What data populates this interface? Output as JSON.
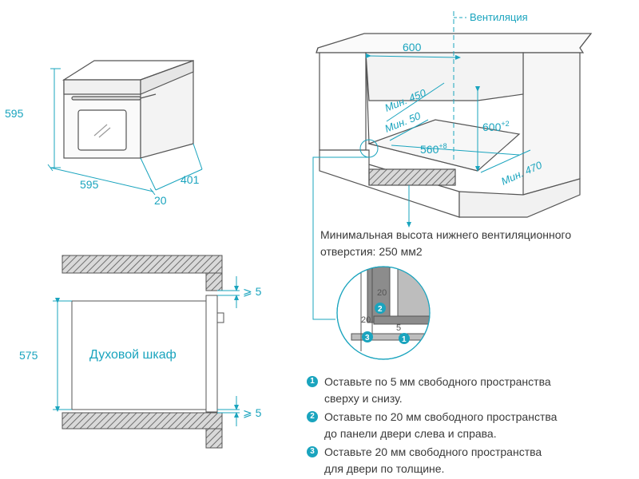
{
  "oven_3d": {
    "height_label": "595",
    "width_label": "595",
    "depth_label": "401",
    "door_label": "20"
  },
  "niche": {
    "ventilation_label": "Вентиляция",
    "width_label": "600",
    "min450_label": "Мин. 450",
    "min50_label": "Мин. 50",
    "height_label": "600",
    "height_sup": "+2",
    "inner_width_label": "560",
    "inner_width_sup": "+8",
    "min470_label": "Мин. 470"
  },
  "vent_note": {
    "line1": "Минимальная высота нижнего вентиляционного",
    "line2": "отверстия: 250 мм2"
  },
  "side_section": {
    "cabinet_label": "Духовой шкаф",
    "height_label": "575",
    "top_gap_label": "⩾ 5",
    "bottom_gap_label": "⩾ 5"
  },
  "detail": {
    "label_20_top": "20",
    "label_20_left": "20",
    "label_5": "5",
    "badge1": "1",
    "badge2": "2",
    "badge3": "3"
  },
  "steps": [
    {
      "num": "1",
      "line1": "Оставьте по 5 мм свободного пространства",
      "line2": "сверху и снизу."
    },
    {
      "num": "2",
      "line1": "Оставьте по 20 мм свободного пространства",
      "line2": "до панели двери слева и справа."
    },
    {
      "num": "3",
      "line1": "Оставьте 20 мм свободного пространства",
      "line2": "для двери по толщине."
    }
  ],
  "colors": {
    "accent": "#1aa4be",
    "hatch": "#7a7a7a",
    "line": "#4a4a4a"
  }
}
